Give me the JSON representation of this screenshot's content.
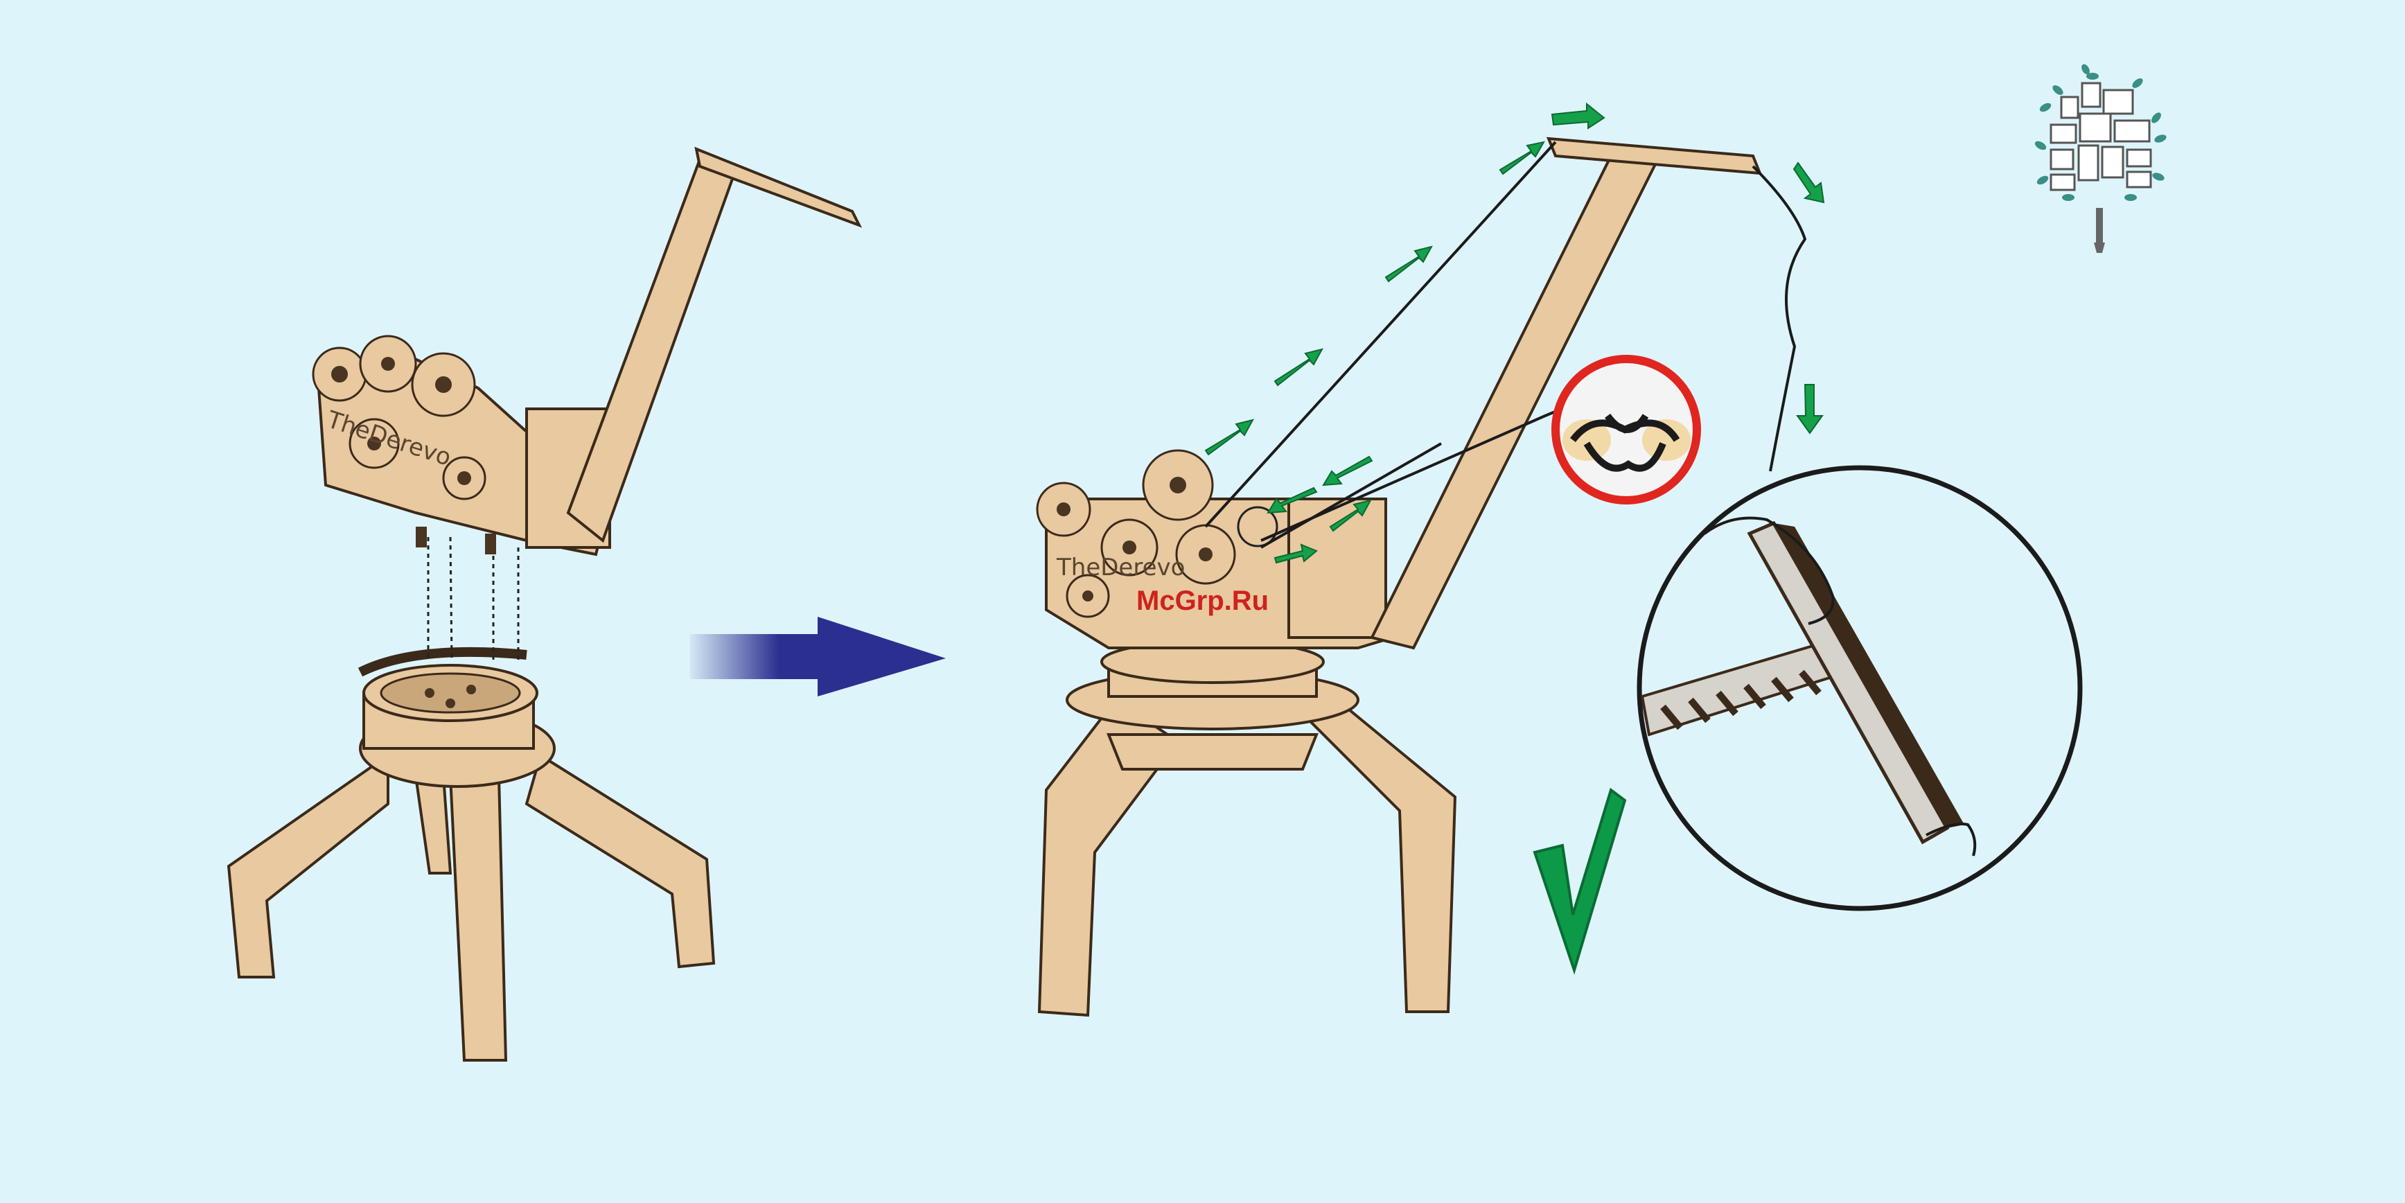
{
  "brand_left": "TheDerevo",
  "brand_right": "TheDerevo",
  "watermark": "McGrp.Ru",
  "colors": {
    "background": "#def4fb",
    "wood": "#e8c9a0",
    "wood_outline": "#3b2a1a",
    "arrow_blue": "#2b2f8f",
    "arrow_green": "#15a04a",
    "highlight_circle": "#e0261f",
    "checkmark": "#0d9a48",
    "logo_tree": "#3a8f86"
  },
  "icons": [
    "tree-logo-icon",
    "step-arrow-icon",
    "checkmark-icon",
    "rope-direction-arrow-icon",
    "knot-detail-icon"
  ]
}
